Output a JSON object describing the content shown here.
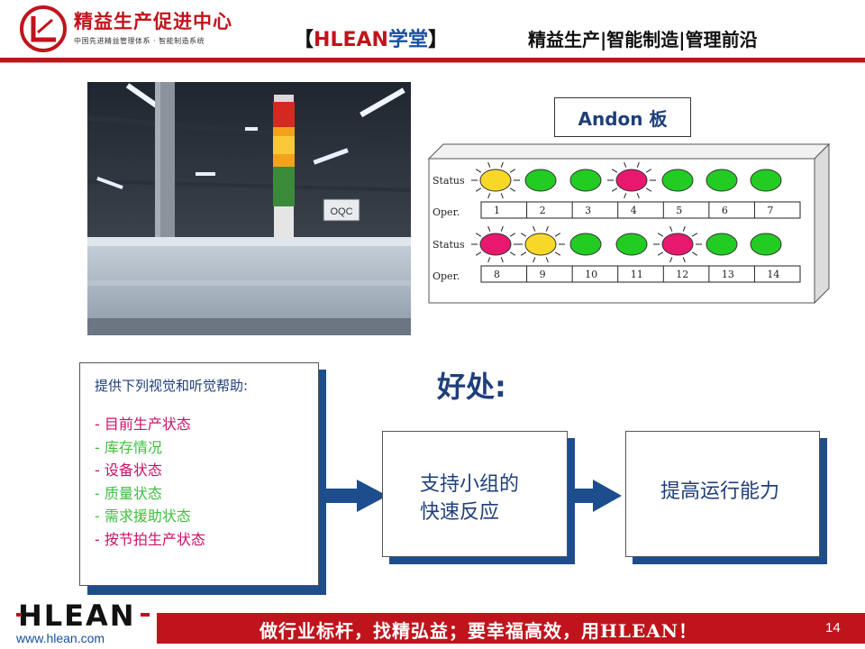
{
  "header": {
    "logo_title": "精益生产促进中心",
    "logo_subtitle": "中国先进精益管理体系 · 智能制造系统",
    "brand_open": "【",
    "brand_h": "H",
    "brand_rest": "LEAN",
    "brand_xt": "学堂",
    "brand_close": "】",
    "slogan": "精益生产|智能制造|管理前沿",
    "accent_color": "#c0141c"
  },
  "photo": {
    "sign_text": "OQC"
  },
  "andon": {
    "label": "Andon 板",
    "row1": {
      "status_label": "Status",
      "oper_label": "Oper.",
      "lights": [
        "yellow",
        "green",
        "green",
        "red",
        "green",
        "green",
        "green"
      ],
      "numbers": [
        "1",
        "2",
        "3",
        "4",
        "5",
        "6",
        "7"
      ]
    },
    "row2": {
      "status_label": "Status",
      "oper_label": "Oper.",
      "lights": [
        "red",
        "yellow",
        "green",
        "green",
        "red",
        "green",
        "green"
      ],
      "numbers": [
        "8",
        "9",
        "10",
        "11",
        "12",
        "13",
        "14"
      ]
    },
    "colors": {
      "yellow": "#f7d828",
      "green": "#22cc22",
      "red": "#e8186e"
    }
  },
  "info": {
    "title": "提供下列视觉和听觉帮助:",
    "items": [
      {
        "text": "- 目前生产状态",
        "color": "red"
      },
      {
        "text": "- 库存情况",
        "color": "green"
      },
      {
        "text": "- 设备状态",
        "color": "red"
      },
      {
        "text": "- 质量状态",
        "color": "green"
      },
      {
        "text": "- 需求援助状态",
        "color": "green"
      },
      {
        "text": "- 按节拍生产状态",
        "color": "red"
      }
    ]
  },
  "benefits": {
    "title": "好处:",
    "box1_line1": "支持小组的",
    "box1_line2": "快速反应",
    "box2": "提高运行能力"
  },
  "footer": {
    "logo_text": "HLEAN",
    "url": "www.hlean.com",
    "slogan": "做行业标杆，找精弘益；要幸福高效，用HLEAN！",
    "page_number": "14"
  }
}
